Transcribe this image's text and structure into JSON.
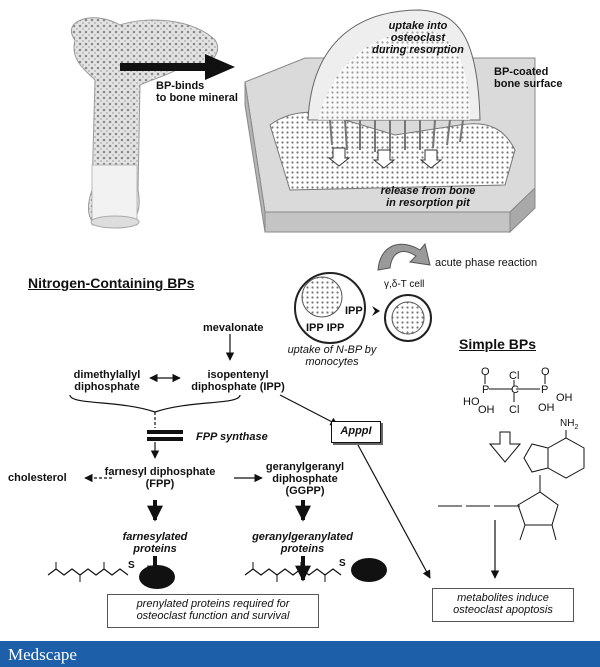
{
  "top": {
    "bp_binds": [
      "BP-binds",
      "to bone mineral"
    ],
    "uptake": [
      "uptake into",
      "osteoclast",
      "during resorption"
    ],
    "bp_coated": [
      "BP-coated",
      "bone surface"
    ],
    "release": [
      "release from bone",
      "in resorption pit"
    ]
  },
  "acute": {
    "label": "acute phase reaction",
    "cell": "γ,δ-T cell",
    "ipp1": "IPP",
    "ipp2": "IPP IPP",
    "uptake_caption": [
      "uptake of N-BP by",
      "monocytes"
    ]
  },
  "nitrogen": {
    "title": "Nitrogen-Containing BPs",
    "mevalonate": "mevalonate",
    "dmapp": [
      "dimethylallyl",
      "diphosphate"
    ],
    "ipp": [
      "isopentenyl",
      "diphosphate (IPP)"
    ],
    "fpp_synthase": "FPP synthase",
    "appi": "ApppI",
    "cholesterol": "cholesterol",
    "fpp": [
      "farnesyl diphosphate",
      "(FPP)"
    ],
    "ggpp": [
      "geranylgeranyl",
      "diphosphate",
      "(GGPP)"
    ],
    "farnesylated": [
      "farnesylated",
      "proteins"
    ],
    "geranylgeranylated": [
      "geranylgeranylated",
      "proteins"
    ],
    "s1": "S",
    "s2": "S",
    "box_left": [
      "prenylated proteins required for",
      "osteoclast function and survival"
    ]
  },
  "simple": {
    "title": "Simple BPs",
    "chem1": {
      "o1": "O",
      "cl1": "Cl",
      "o2": "O",
      "p1": "P",
      "c": "C",
      "p2": "P",
      "ho": "HO",
      "oh1": "OH",
      "oh2": "OH",
      "oh3": "OH",
      "cl2": "Cl"
    },
    "nh2": "NH",
    "nh2_sub": "2",
    "box_right": [
      "metabolites induce",
      "osteoclast apoptosis"
    ]
  },
  "footer": {
    "brand": "Medscape"
  },
  "colors": {
    "footer_bg": "#1d5fa8",
    "bone": "#c8c8c8",
    "ink": "#111111"
  }
}
